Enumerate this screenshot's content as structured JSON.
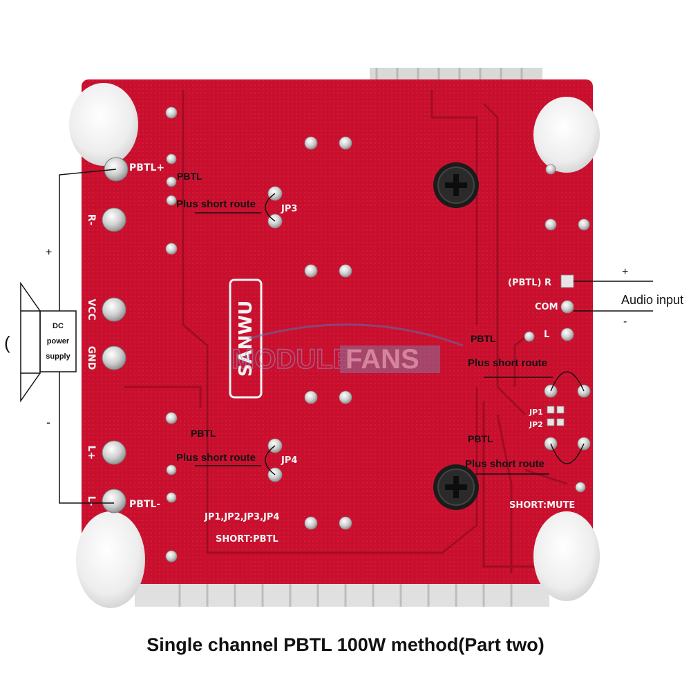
{
  "board": {
    "silkscreen": {
      "pbtl_plus": "PBTL+",
      "pbtl_minus": "PBTL-",
      "r_minus": "R-",
      "vcc": "VCC",
      "gnd": "GND",
      "l_plus": "L+",
      "l_minus": "L-",
      "jp3": "JP3",
      "jp4": "JP4",
      "jp1": "JP1",
      "jp2": "JP2",
      "jumper_list": "JP1,JP2,JP3,JP4",
      "short_pbtl": "SHORT:PBTL",
      "pbtl_paren_r": "(PBTL)  R",
      "com": "COM",
      "l": "L",
      "short_mute": "SHORT:MUTE",
      "brand": "SANWU"
    },
    "watermark": {
      "part1": "MODULE",
      "part2": "FANS"
    }
  },
  "annotations": {
    "pbtl_top_left": "PBTL",
    "plus_short_route_top_left": "Plus short route",
    "pbtl_bottom_left": "PBTL",
    "plus_short_route_bottom_left": "Plus short route",
    "pbtl_right_upper": "PBTL",
    "plus_short_route_right_upper": "Plus short route",
    "pbtl_right_lower": "PBTL",
    "plus_short_route_right_lower": "Plus short route",
    "audio_plus": "+",
    "audio_input": "Audio input",
    "audio_minus": "-",
    "supply_plus": "+",
    "supply_minus": "-",
    "dc_line1": "DC",
    "dc_line2": "power",
    "dc_line3": "supply",
    "speaker_wave": "("
  },
  "caption": "Single channel PBTL 100W method(Part two)",
  "colors": {
    "pcb_red": "#c8102e",
    "pcb_dark": "#a00c24",
    "pad_silver": "#d7d7d7",
    "screw": "#1b1b1b",
    "standoff": "#f2f2f2",
    "heatsink": "#d9d9d9"
  }
}
